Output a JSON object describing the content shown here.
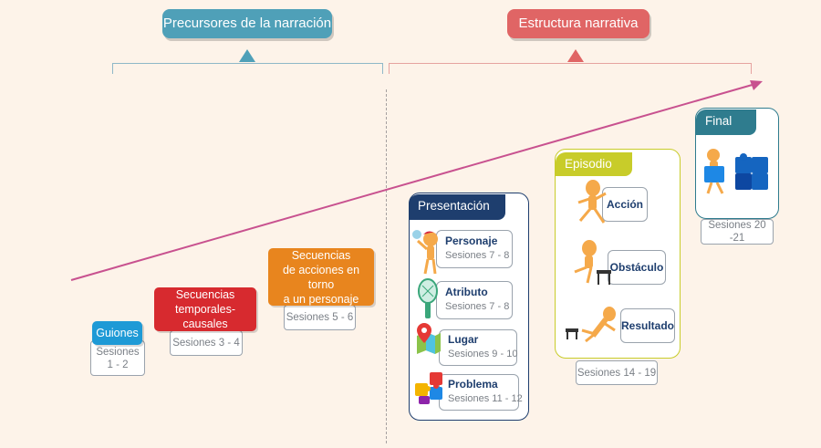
{
  "headers": {
    "precursors": "Precursores de la narración",
    "structure": "Estructura narrativa"
  },
  "stages": [
    {
      "label": "Guiones",
      "sessions": "Sesiones\n1 - 2"
    },
    {
      "label": "Secuencias\ntemporales-causales",
      "sessions": "Sesiones 3 - 4"
    },
    {
      "label": "Secuencias\nde acciones en torno\na un personaje",
      "sessions": "Sesiones 5 - 6"
    }
  ],
  "presentation": {
    "title": "Presentación",
    "items": [
      {
        "title": "Personaje",
        "sessions": "Sesiones 7 - 8",
        "icon": "character-icon"
      },
      {
        "title": "Atributo",
        "sessions": "Sesiones 7 - 8",
        "icon": "racket-icon"
      },
      {
        "title": "Lugar",
        "sessions": "Sesiones 9 - 10",
        "icon": "map-pin-icon"
      },
      {
        "title": "Problema",
        "sessions": "Sesiones 11 - 12",
        "icon": "puzzle-icon"
      }
    ]
  },
  "episode": {
    "title": "Episodio",
    "items": [
      {
        "title": "Acción",
        "icon": "running-figure-icon"
      },
      {
        "title": "Obstáculo",
        "icon": "hurdle-figure-icon"
      },
      {
        "title": "Resultado",
        "icon": "fallen-figure-icon"
      }
    ],
    "sessions": "Sesiones 14 - 19"
  },
  "final": {
    "title": "Final",
    "sessions": "Sesiones 20 -21",
    "icon": "puzzle-completion-icon"
  },
  "colors": {
    "background": "#fdf3e9",
    "precursors": "#4fa0b8",
    "structure": "#e06565",
    "guiones": "#1e9ad6",
    "temporales": "#d72a2f",
    "acciones": "#e8851e",
    "navy": "#1e3e6e",
    "episode": "#c8cc2a",
    "final": "#2f7c8e",
    "arrow": "#c8518f"
  }
}
